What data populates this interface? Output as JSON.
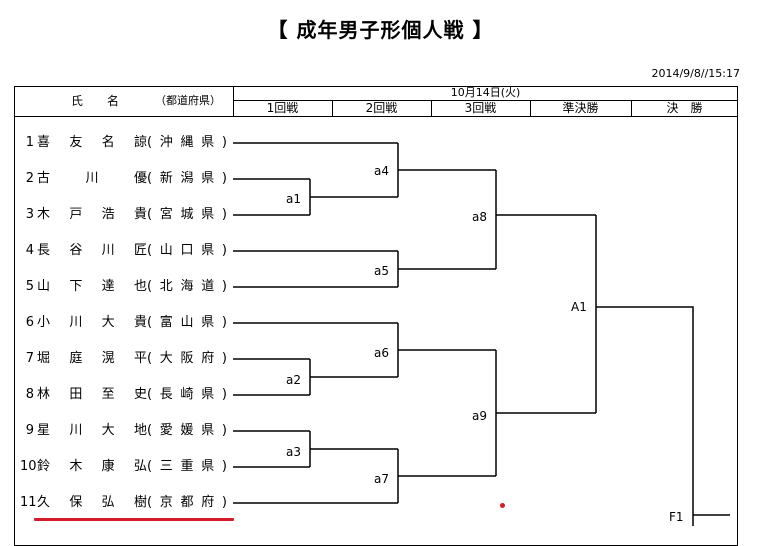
{
  "title": "【 成年男子形個人戦 】",
  "timestamp": "2014/9/8//15:17",
  "header": {
    "name_col": "氏　　名",
    "pref_col": "（都道府県）",
    "date": "10月14日(火)",
    "rounds": [
      "1回戦",
      "2回戦",
      "3回戦",
      "準決勝",
      "決　勝"
    ]
  },
  "players": [
    {
      "num": "1",
      "name": "喜友名諒",
      "pref": "(沖縄県)"
    },
    {
      "num": "2",
      "name": "古川優",
      "pref": "(新潟県)"
    },
    {
      "num": "3",
      "name": "木戸浩貴",
      "pref": "(宮城県)"
    },
    {
      "num": "4",
      "name": "長谷川匠",
      "pref": "(山口県)"
    },
    {
      "num": "5",
      "name": "山下達也",
      "pref": "(北海道)"
    },
    {
      "num": "6",
      "name": "小川大貴",
      "pref": "(富山県)"
    },
    {
      "num": "7",
      "name": "堀庭滉平",
      "pref": "(大阪府)"
    },
    {
      "num": "8",
      "name": "林田至史",
      "pref": "(長崎県)"
    },
    {
      "num": "9",
      "name": "星川大地",
      "pref": "(愛媛県)"
    },
    {
      "num": "10",
      "name": "鈴木康弘",
      "pref": "(三重県)"
    },
    {
      "num": "11",
      "name": "久保弘樹",
      "pref": "(京都府)"
    }
  ],
  "matches": {
    "a1": "a1",
    "a2": "a2",
    "a3": "a3",
    "a4": "a4",
    "a5": "a5",
    "a6": "a6",
    "a7": "a7",
    "a8": "a8",
    "a9": "a9",
    "A1": "A1",
    "F1": "F1"
  },
  "highlight_color": "#d61a2a"
}
